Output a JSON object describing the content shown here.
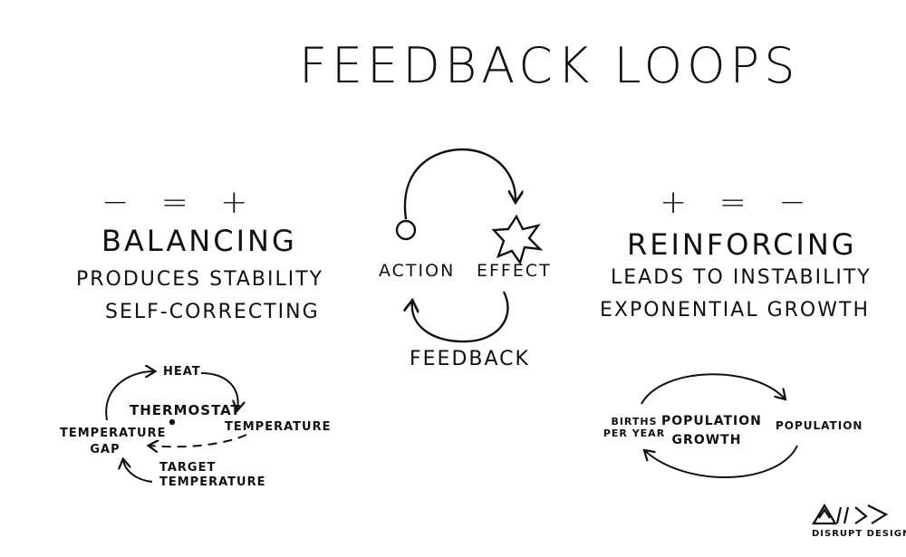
{
  "title": "FEEDBACK LOOPS",
  "balancing": {
    "symbols": "− = +",
    "heading": "BALANCING",
    "line1": "PRODUCES STABILITY",
    "line2": "SELF-CORRECTING",
    "diagram": {
      "heat": "HEAT",
      "thermostat": "THERMOSTAT",
      "temperature": "TEMPERATURE",
      "temperature_gap_1": "TEMPERATURE",
      "temperature_gap_2": "GAP",
      "target_1": "TARGET",
      "target_2": "TEMPERATURE"
    }
  },
  "center": {
    "action": "ACTION",
    "effect": "EFFECT",
    "feedback": "FEEDBACK"
  },
  "reinforcing": {
    "symbols": "+ = −",
    "heading": "REINFORCING",
    "line1": "LEADS TO INSTABILITY",
    "line2": "EXPONENTIAL GROWTH",
    "diagram": {
      "births_1": "BIRTHS",
      "births_2": "PER YEAR",
      "growth_1": "POPULATION",
      "growth_2": "GROWTH",
      "population": "POPULATION"
    }
  },
  "logo": {
    "text": "DISRUPT DESIGN"
  }
}
